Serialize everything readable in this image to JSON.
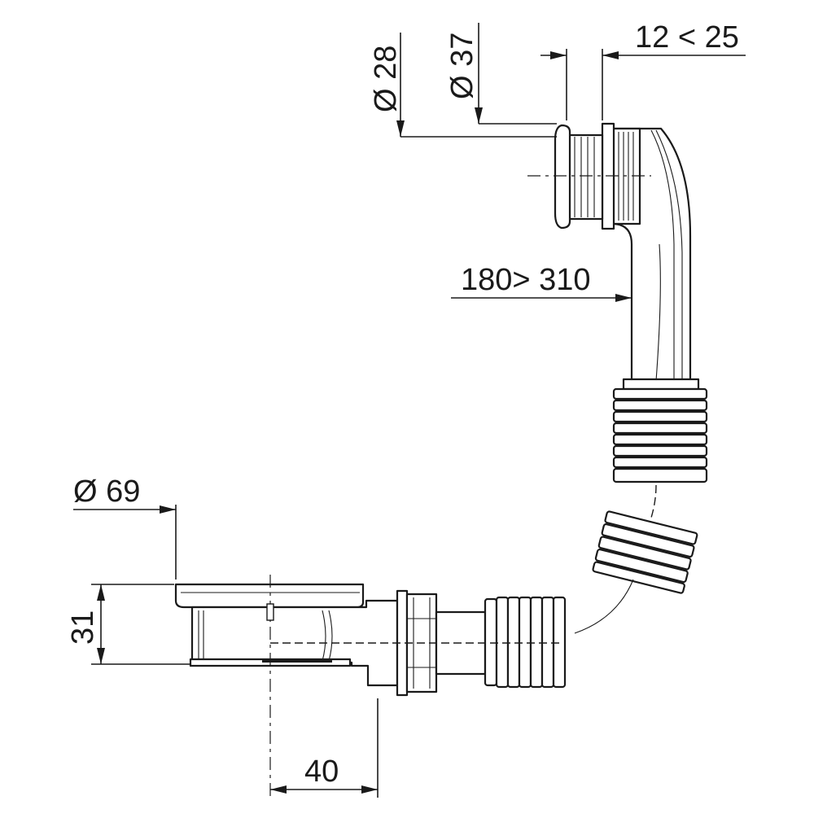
{
  "dimensions": {
    "diameter_28": "Ø 28",
    "diameter_37": "Ø 37",
    "range_12_25": "12 < 25",
    "range_180_310": "180> 310",
    "diameter_69": "Ø 69",
    "height_31": "31",
    "offset_40": "40"
  },
  "colors": {
    "line": "#1a1a1a",
    "background": "#ffffff"
  }
}
